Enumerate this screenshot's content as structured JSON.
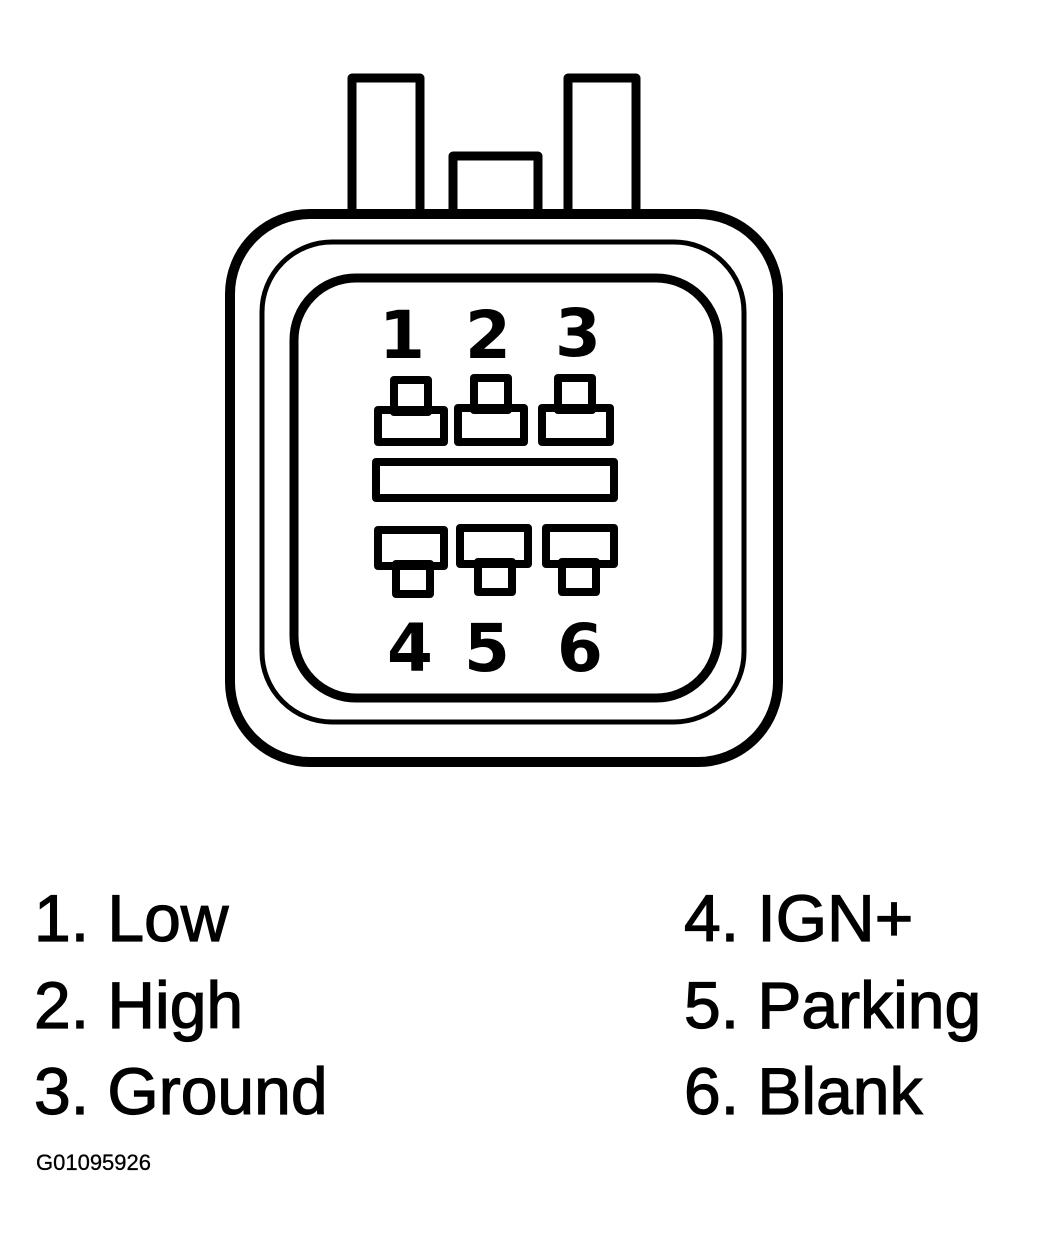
{
  "connector": {
    "pins_top": [
      "1",
      "2",
      "3"
    ],
    "pins_bottom": [
      "4",
      "5",
      "6"
    ]
  },
  "legend": {
    "left": [
      "1. Low",
      "2. High",
      "3. Ground"
    ],
    "right": [
      "4. IGN+",
      "5. Parking",
      "6. Blank"
    ]
  },
  "figure_code": "G01095926",
  "colors": {
    "line": "#000000",
    "background": "#ffffff"
  }
}
